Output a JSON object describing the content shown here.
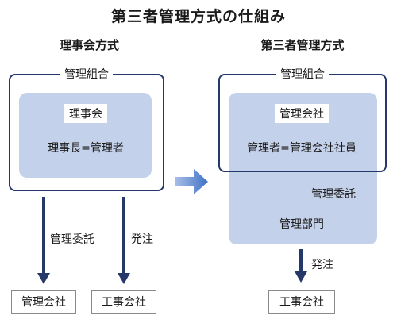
{
  "title": "第三者管理方式の仕組み",
  "left": {
    "heading": "理事会方式",
    "frame_label": "管理組合",
    "board": "理事会",
    "board_note": "理事長=管理者",
    "arrow1_label": "管理委託",
    "arrow2_label": "発注",
    "box1": "管理会社",
    "box2": "工事会社"
  },
  "right": {
    "heading": "第三者管理方式",
    "frame_label": "管理組合",
    "company": "管理会社",
    "company_note": "管理者=管理会社社員",
    "arrow1_label": "管理委託",
    "department": "管理部門",
    "arrow2_label": "発注",
    "box": "工事会社"
  },
  "colors": {
    "navy": "#24386a",
    "light_blue": "#c4d1ea",
    "arrow_gradient": [
      "#a9bfe8",
      "#3e72c6"
    ]
  }
}
